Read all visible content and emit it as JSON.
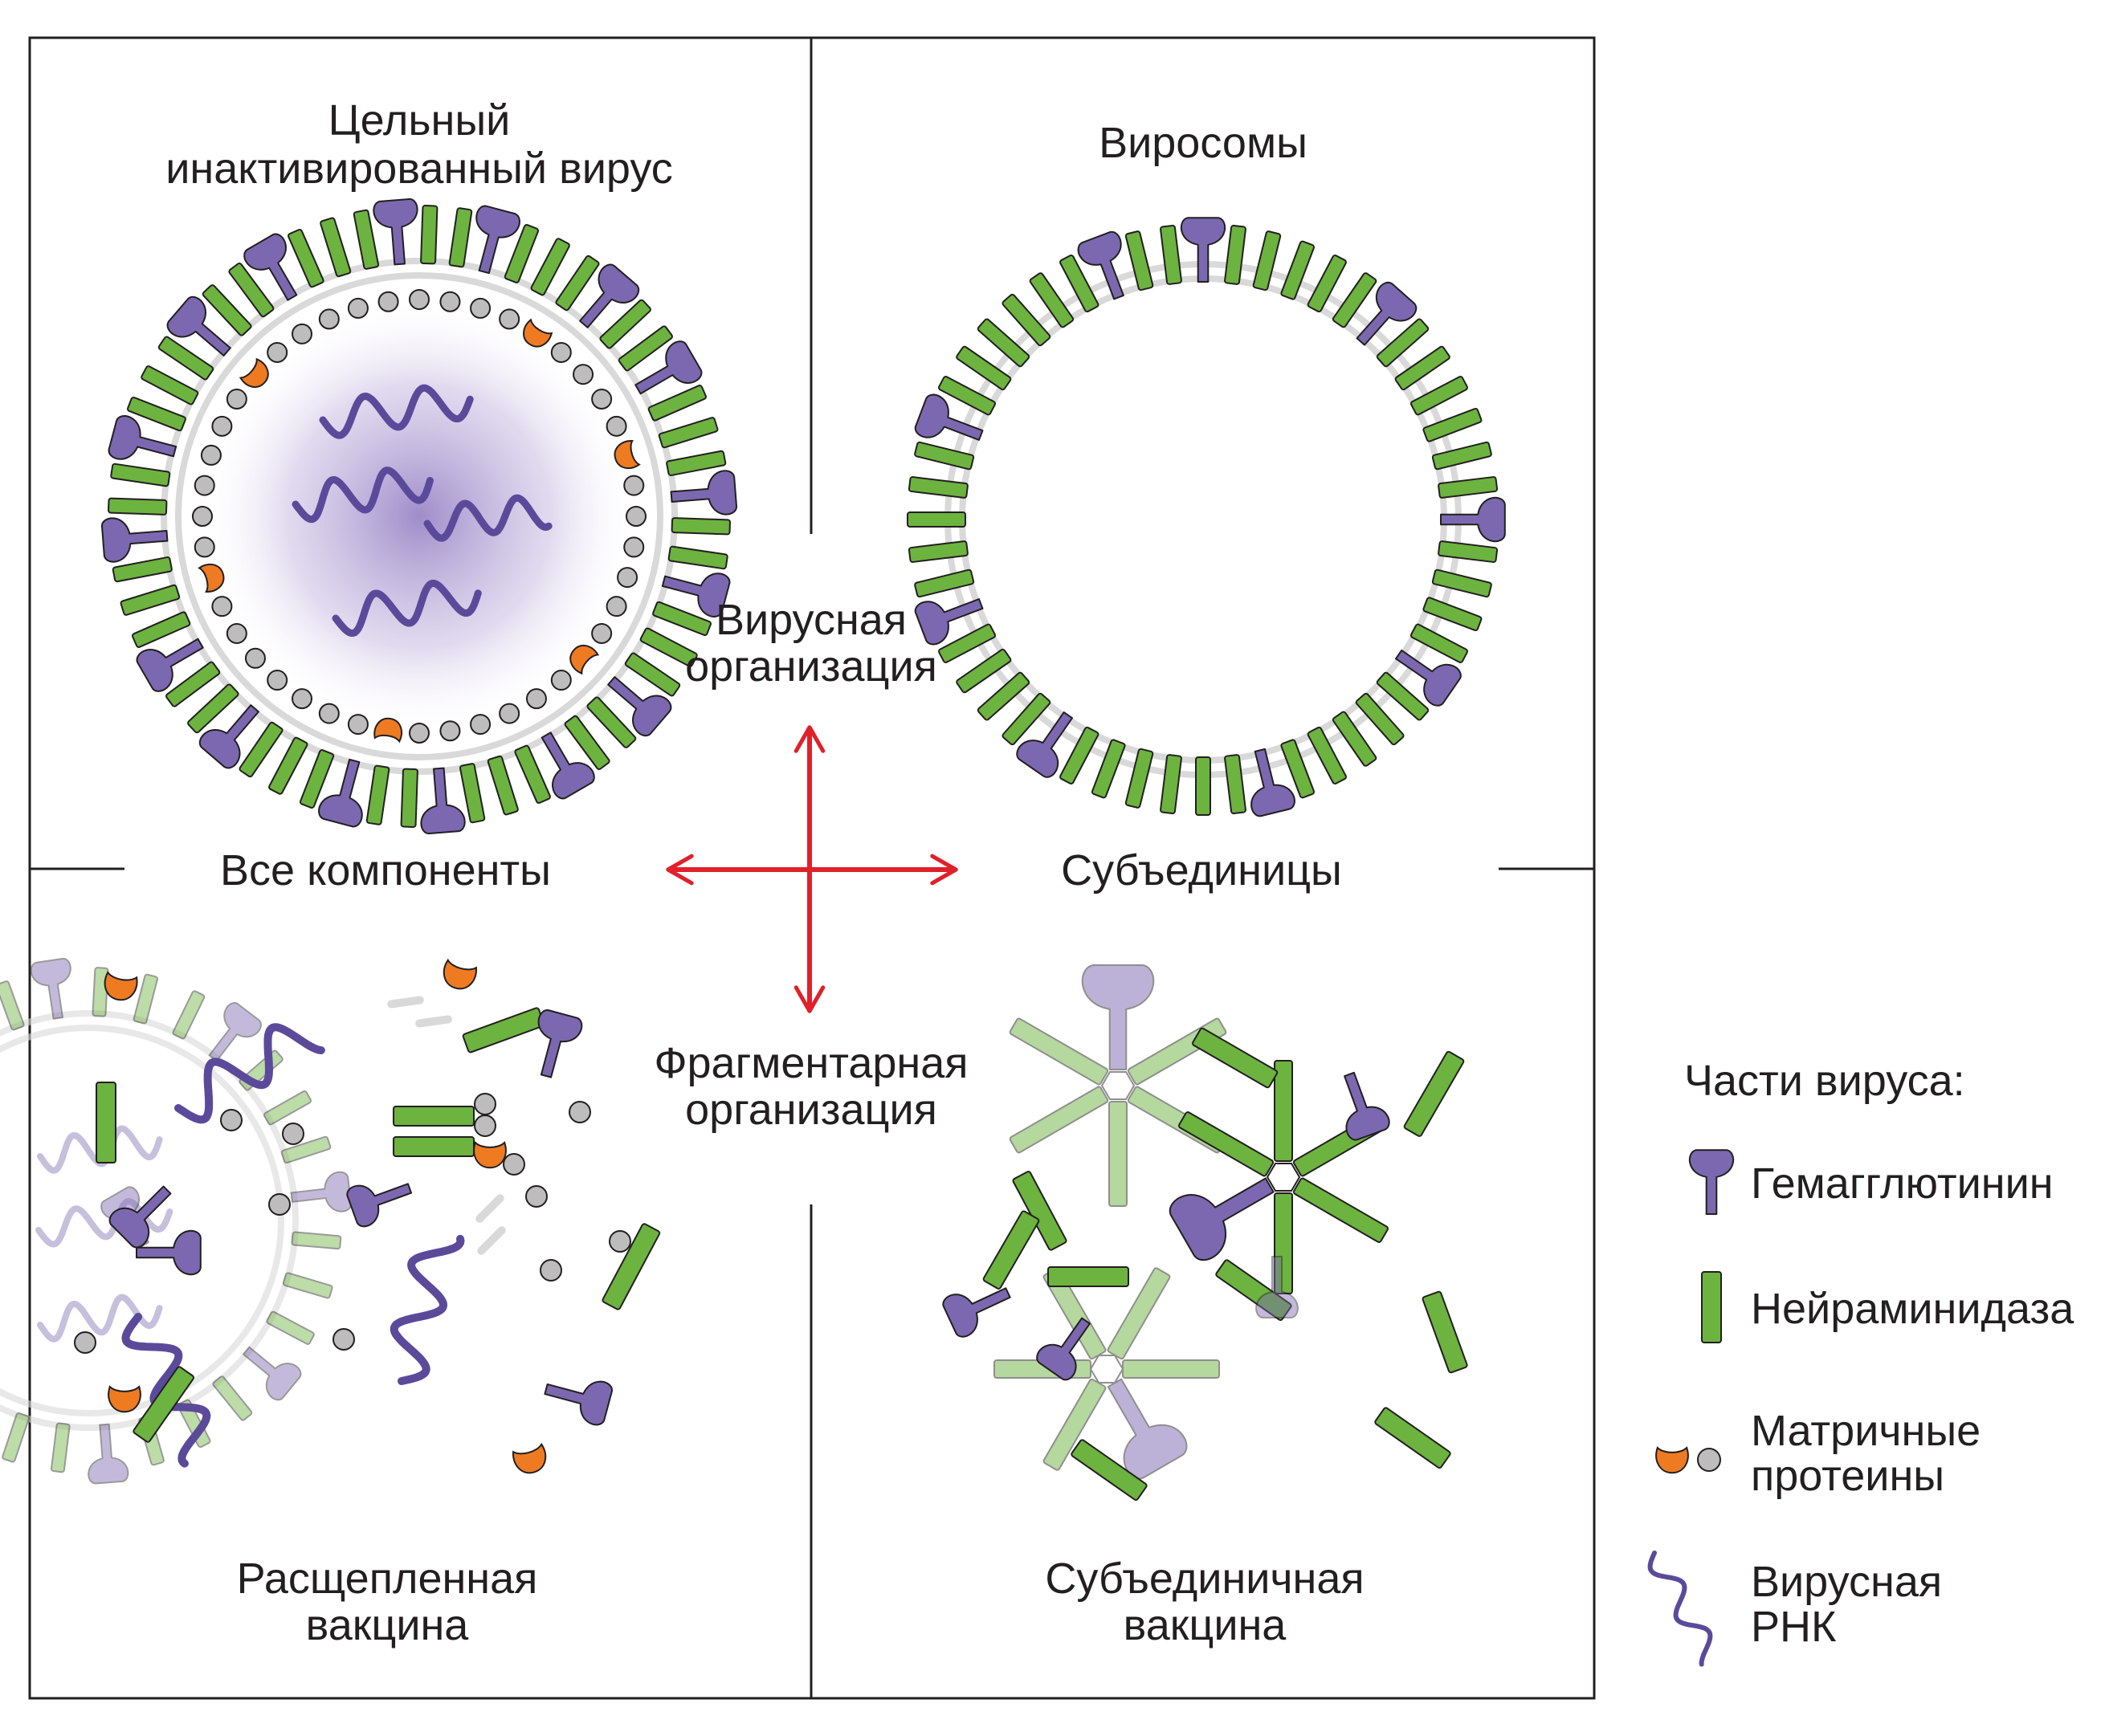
{
  "quadrants": {
    "whole_virus": {
      "line1": "Цельный",
      "line2": "инактивированный вирус"
    },
    "virosomes": {
      "title": "Виросомы"
    },
    "split_vaccine": {
      "line1": "Расщепленная",
      "line2": "вакцина"
    },
    "subunit_vaccine": {
      "line1": "Субъединичная",
      "line2": "вакцина"
    }
  },
  "axes": {
    "top": {
      "line1": "Вирусная",
      "line2": "организация"
    },
    "bottom": {
      "line1": "Фрагментарная",
      "line2": "организация"
    },
    "left": "Все компоненты",
    "right": "Субъединицы"
  },
  "legend": {
    "title": "Части вируса:",
    "items": [
      {
        "icon": "hemagglutinin-icon",
        "line1": "Гемагглютинин",
        "line2": ""
      },
      {
        "icon": "neuraminidase-icon",
        "line1": "Нейраминидаза",
        "line2": ""
      },
      {
        "icon": "matrix-proteins-icon",
        "line1": "Матричные",
        "line2": "протеины"
      },
      {
        "icon": "viral-rna-icon",
        "line1": "Вирусная",
        "line2": "РНК"
      }
    ]
  },
  "colors": {
    "hemagglutinin": "#7b68b0",
    "neuraminidase": "#6cb33f",
    "matrix_orange": "#ee7b22",
    "matrix_gray": "#bdbdbd",
    "rna": "#5b4a9a",
    "arrow": "#e0202a",
    "border": "#231f20"
  }
}
